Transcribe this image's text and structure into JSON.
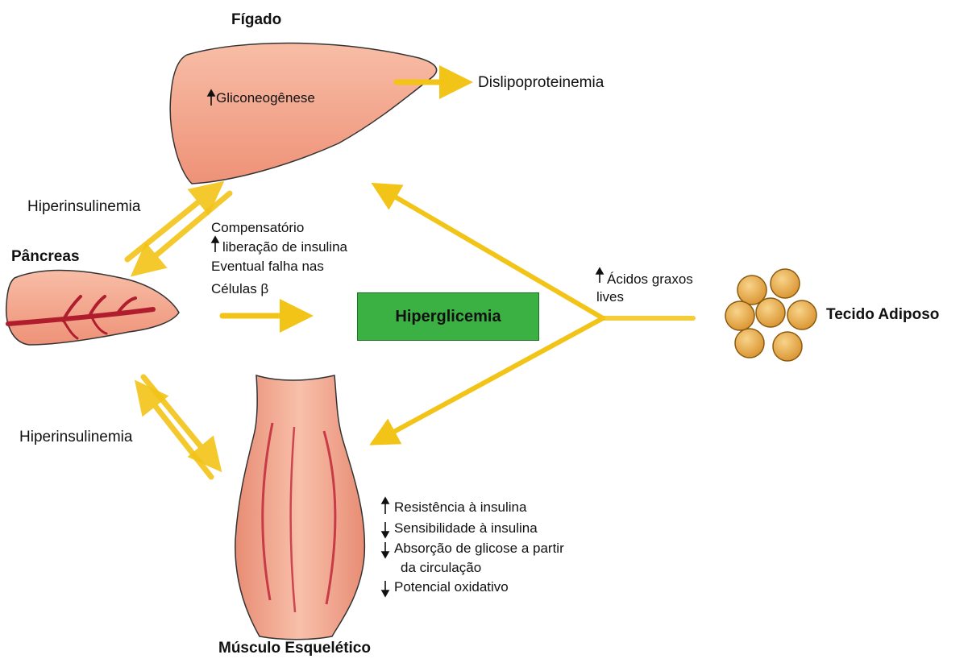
{
  "organs": {
    "liver": {
      "title": "Fígado",
      "inner": "Gliconeogênese",
      "icon": "up-arrow-icon"
    },
    "pancreas": {
      "title": "Pâncreas"
    },
    "muscle": {
      "title": "Músculo Esquelético"
    },
    "adipose": {
      "title": "Tecido Adiposo"
    }
  },
  "center": {
    "label": "Hiperglicemia",
    "color": "#3bb143"
  },
  "labels": {
    "dyslipo": "Dislipoproteinemia",
    "hyperins_top": "Hiperinsulinemia",
    "hyperins_bottom": "Hiperinsulinemia",
    "pancreas_notes": {
      "line1": "Compensatório",
      "line2": "liberação de insulina",
      "line3": "Eventual falha nas",
      "line4": "Células β"
    },
    "fatty_acids": {
      "line1": "Ácidos graxos",
      "line2": "lives"
    },
    "muscle_notes": {
      "line1": "Resistência à insulina",
      "line2": "Sensibilidade à insulina",
      "line3": "Absorção de glicose a partir",
      "line4": "da circulação",
      "line5": "Potencial oxidativo"
    }
  },
  "colors": {
    "arrow": "#f2c418",
    "organ_fill": "#f4a58a",
    "vessel": "#b01e2e",
    "fat_cell": "#e8a840"
  }
}
